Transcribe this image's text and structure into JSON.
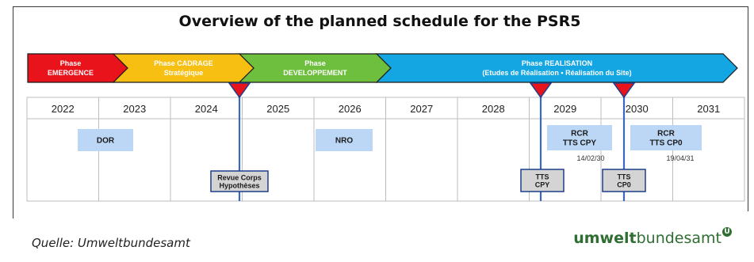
{
  "title": "Overview of the planned schedule for the PSR5",
  "phases": [
    {
      "line1": "Phase",
      "line2": "EMERGENCE",
      "color": "#e8131b",
      "text_color": "#ffffff"
    },
    {
      "line1": "Phase CADRAGE",
      "line2": "Stratégique",
      "color": "#f7bf12",
      "text_color": "#ffffff"
    },
    {
      "line1": "Phase",
      "line2": "DEVELOPPEMENT",
      "color": "#6fbf3e",
      "text_color": "#ffffff"
    },
    {
      "line1": "Phase REALISATION",
      "line2": "(Etudes de Réalisation • Réalisation du Site)",
      "color": "#13a6e3",
      "text_color": "#ffffff"
    }
  ],
  "years": [
    "2022",
    "2023",
    "2024",
    "2025",
    "2026",
    "2027",
    "2028",
    "2029",
    "2030",
    "2031"
  ],
  "items": [
    {
      "lines": [
        "DOR"
      ],
      "style": "blue"
    },
    {
      "lines": [
        "NRO"
      ],
      "style": "blue"
    },
    {
      "lines": [
        "RCR",
        "TTS CPY"
      ],
      "style": "blue"
    },
    {
      "lines": [
        "RCR",
        "TTS CP0"
      ],
      "style": "blue"
    },
    {
      "lines": [
        "Revue Corps",
        "Hypothèses"
      ],
      "style": "grey"
    },
    {
      "lines": [
        "TTS",
        "CPY"
      ],
      "style": "grey"
    },
    {
      "lines": [
        "TTS",
        "CP0"
      ],
      "style": "grey"
    }
  ],
  "dates": [
    "14/02/30",
    "19/04/31"
  ],
  "colors": {
    "milestone_line": "#3a66c4",
    "milestone_marker": "#e8131b",
    "item_blue": "#bcd7f5",
    "item_grey": "#d4d4d4",
    "grid": "#bdbdbd"
  },
  "source": "Quelle: Umweltbundesamt",
  "logo": {
    "bold": "umwelt",
    "thin": "bundesamt",
    "mark": "U"
  }
}
